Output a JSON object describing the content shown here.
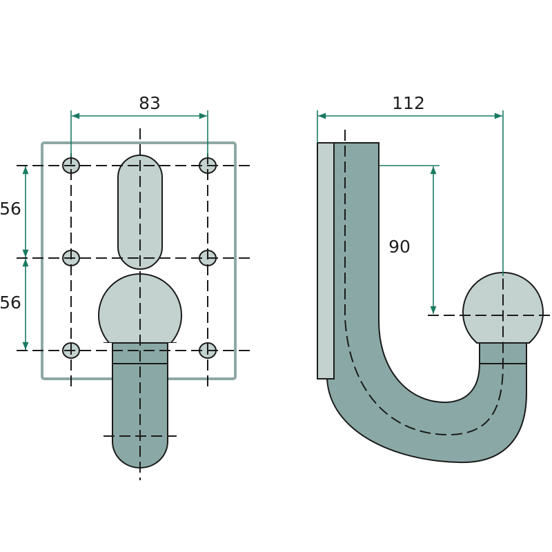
{
  "colors": {
    "dark_fill": "#8aa9a6",
    "light_fill": "#c3d2cf",
    "plate_outline": "#8ea8a5",
    "dimension_line": "#1a7a62",
    "outline": "#1a1a1a"
  },
  "front_view": {
    "dimension_width": "83",
    "dimension_upper_spacing": "56",
    "dimension_lower_spacing": "56"
  },
  "side_view": {
    "dimension_reach": "112",
    "dimension_height": "90"
  }
}
